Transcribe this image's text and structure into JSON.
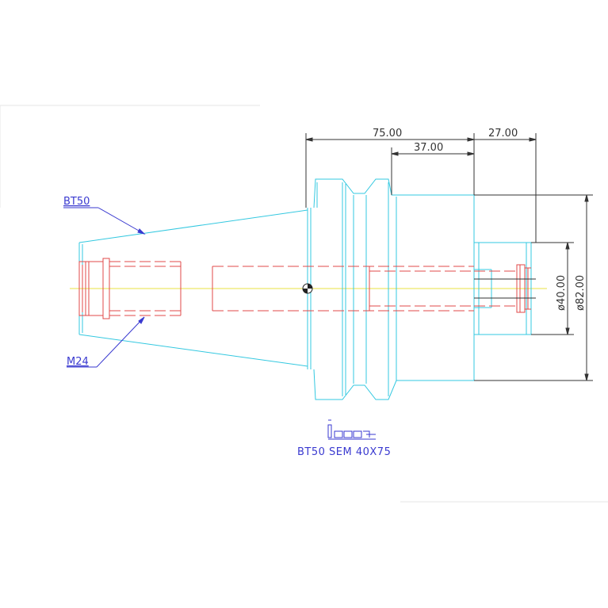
{
  "drawing": {
    "dimensions": {
      "overall_length": "75.00",
      "shank_length": "37.00",
      "bore_depth": "27.00",
      "bore_diameter": "ø40.00",
      "body_diameter": "ø82.00"
    },
    "labels": {
      "taper": "BT50",
      "thread": "M24"
    },
    "logo": "iscar",
    "caption": "BT50 SEM 40X75",
    "colors": {
      "outline": "#33c8e0",
      "hidden": "#e04848",
      "dimension": "#333333",
      "annotation": "#3a3ad0",
      "centerline": "#e8e040"
    }
  }
}
